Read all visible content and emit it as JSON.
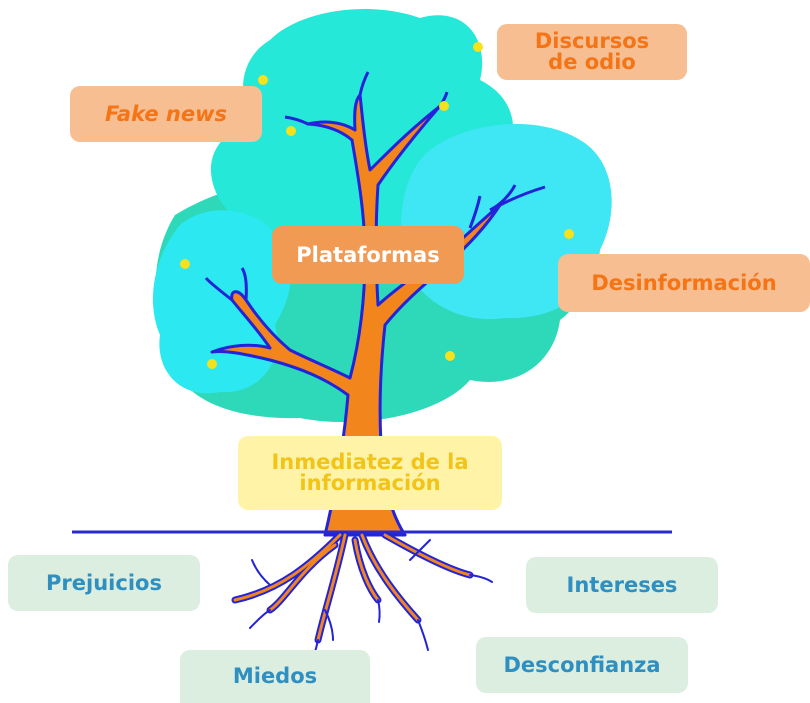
{
  "colors": {
    "canopy_back": "#2ED9B9",
    "canopy_mid": "#26E8D8",
    "canopy_front": "#2CE8F0",
    "canopy_light": "#3FE6F4",
    "trunk": "#F2861D",
    "outline": "#2323D8",
    "fruit": "#F5E11C",
    "ground": "#2A2AD0",
    "branch_label_bg": "#F6BE91",
    "branch_label_text": "#F47416",
    "middle_label_bg": "#FFF3A8",
    "middle_label_text": "#F2C419",
    "root_label_bg": "#DCEEDF",
    "root_label_text": "#2E8FC0"
  },
  "labels": {
    "fake_news": "Fake news",
    "discursos_line1": "Discursos",
    "discursos_line2": "de odio",
    "plataformas": "Plataformas",
    "desinformacion": "Desinformación",
    "inmediatez_line1": "Inmediatez de la",
    "inmediatez_line2": "información",
    "prejuicios": "Prejuicios",
    "intereses": "Intereses",
    "miedos": "Miedos",
    "desconfianza": "Desconfianza"
  }
}
